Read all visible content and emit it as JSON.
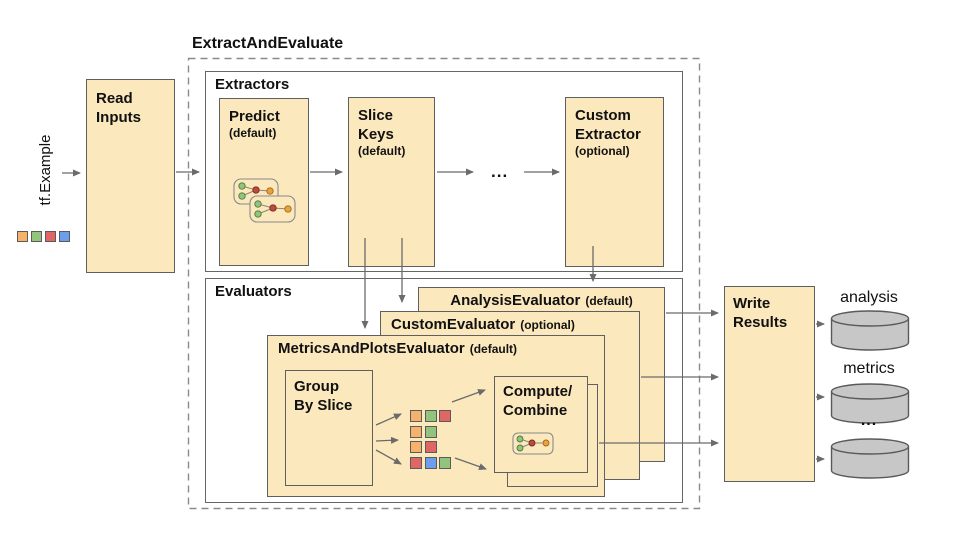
{
  "diagram_title": "ExtractAndEvaluate",
  "colors": {
    "box_fill": "#FBE8BD",
    "box_border": "#5f5f5f",
    "section_border": "#666666",
    "dashed_border": "#8a8a8a",
    "arrow": "#6b6b6b",
    "cylinder_fill": "#C7C7C7",
    "square_orange": "#F6B26B",
    "square_green": "#93C47D",
    "square_red": "#E06666",
    "square_blue": "#6D9EEB"
  },
  "input": {
    "label": "tf.Example",
    "squares": [
      "#F6B26B",
      "#93C47D",
      "#E06666",
      "#6D9EEB"
    ]
  },
  "read_inputs": {
    "line1": "Read",
    "line2": "Inputs"
  },
  "extractors": {
    "section_label": "Extractors",
    "predict": {
      "name": "Predict",
      "qualifier": "(default)"
    },
    "slice_keys": {
      "name1": "Slice",
      "name2": "Keys",
      "qualifier": "(default)"
    },
    "ellipsis": "...",
    "custom_extractor": {
      "name1": "Custom",
      "name2": "Extractor",
      "qualifier": "(optional)"
    }
  },
  "evaluators": {
    "section_label": "Evaluators",
    "analysis_evaluator": {
      "name": "AnalysisEvaluator",
      "qualifier": "(default)"
    },
    "custom_evaluator": {
      "name": "CustomEvaluator",
      "qualifier": "(optional)"
    },
    "metrics_and_plots_evaluator": {
      "name": "MetricsAndPlotsEvaluator",
      "qualifier": "(default)"
    },
    "group_by_slice": {
      "line1": "Group",
      "line2": "By Slice"
    },
    "compute_combine": {
      "line1": "Compute/",
      "line2": "Combine"
    },
    "slice_groups": [
      [
        "#F6B26B",
        "#93C47D",
        "#E06666"
      ],
      [
        "#F6B26B",
        "#93C47D"
      ],
      [
        "#F6B26B",
        "#E06666"
      ],
      [
        "#E06666",
        "#6D9EEB",
        "#93C47D"
      ]
    ]
  },
  "write_results": {
    "line1": "Write",
    "line2": "Results"
  },
  "outputs": [
    {
      "label": "analysis"
    },
    {
      "label": "metrics"
    },
    {
      "label": "..."
    }
  ]
}
